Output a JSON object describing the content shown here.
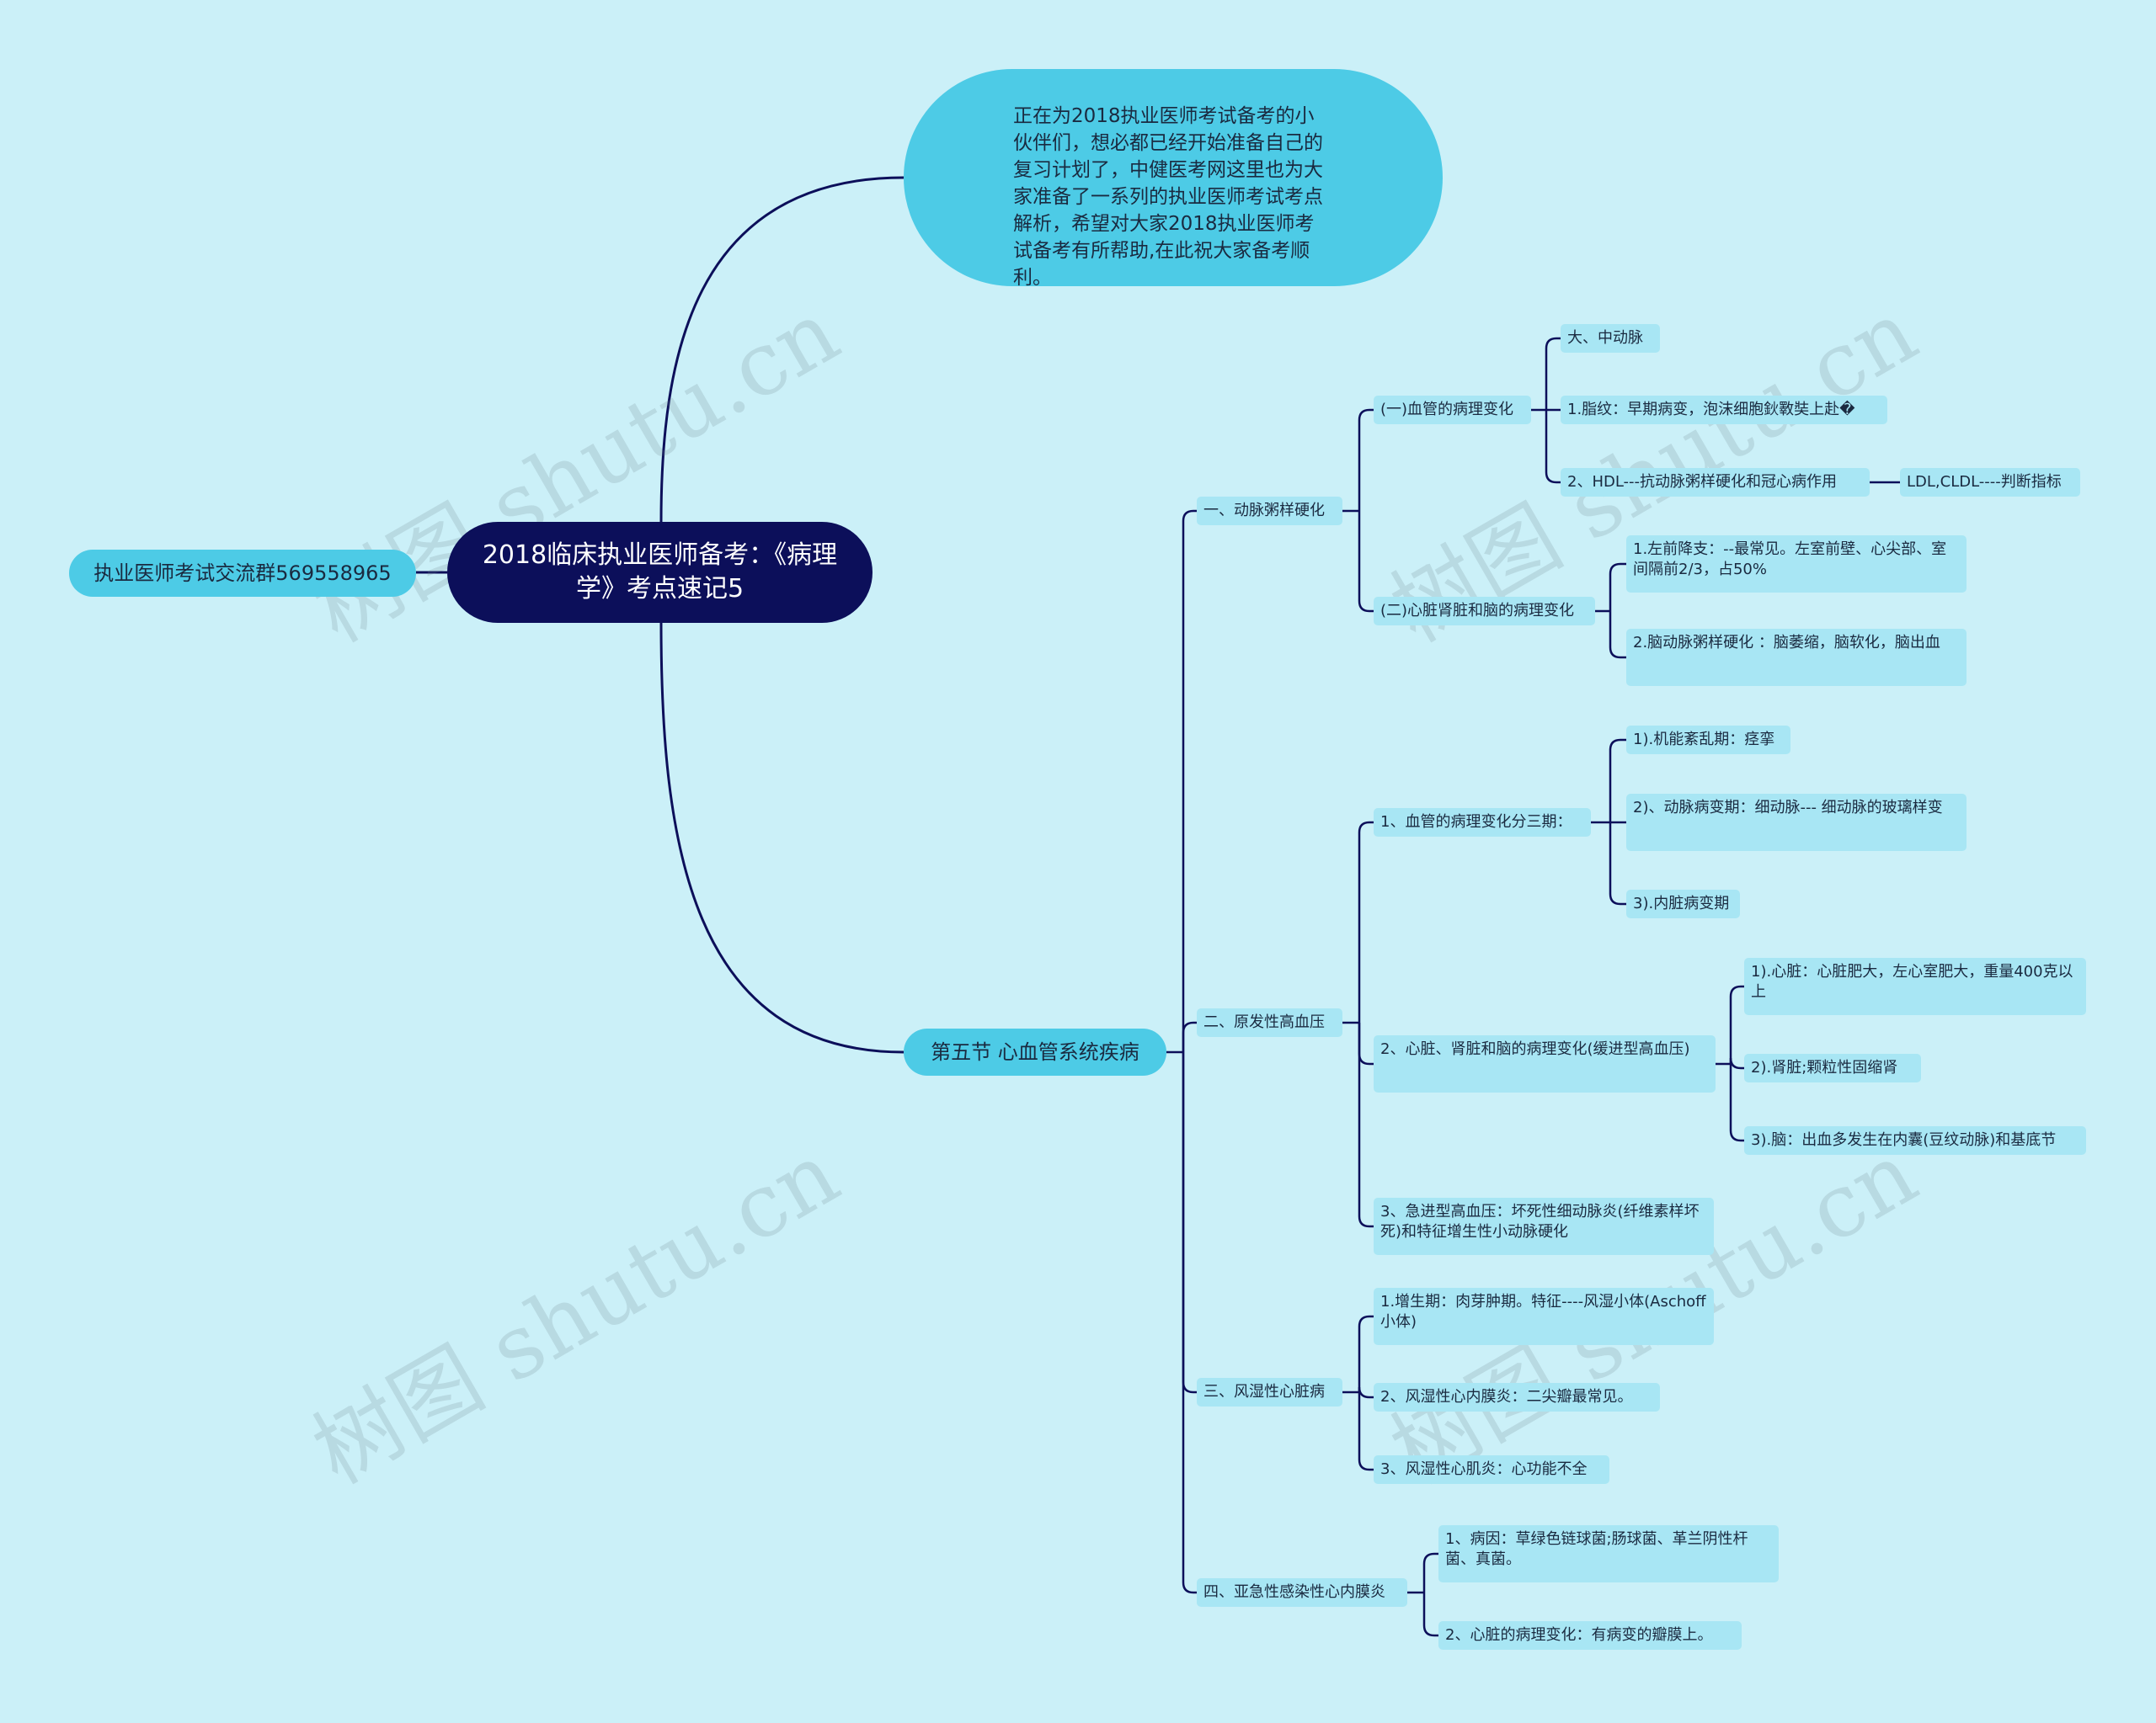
{
  "root": {
    "title": "2018临床执业医师备考：《病理学》考点速记5"
  },
  "left": {
    "group": "执业医师考试交流群569558965"
  },
  "intro": {
    "text": "正在为2018执业医师考试备考的小伙伴们，想必都已经开始准备自己的复习计划了，中健医考网这里也为大家准备了一系列的执业医师考试考点解析，希望对大家2018执业医师考试备考有所帮助,在此祝大家备考顺利。"
  },
  "section": {
    "label": "第五节 心血管系统疾病",
    "topics": [
      {
        "label": "一、动脉粥样硬化",
        "items": [
          {
            "label": "(一)血管的病理变化",
            "children": [
              {
                "label": "大、中动脉"
              },
              {
                "label": "1.脂纹：早期病变，泡沫细胞鈥斁奘上赴�"
              },
              {
                "label": "2、HDL---抗动脉粥样硬化和冠心病作用",
                "note": "LDL,CLDL----判断指标"
              }
            ]
          },
          {
            "label": "(二)心脏肾脏和脑的病理变化",
            "children": [
              {
                "label": "1.左前降支：--最常见。左室前壁、心尖部、室间隔前2/3，占50%"
              },
              {
                "label": "2.脑动脉粥样硬化 ：脑萎缩，脑软化，脑出血"
              }
            ]
          }
        ]
      },
      {
        "label": "二、原发性高血压",
        "items": [
          {
            "label": "1、血管的病理变化分三期：",
            "children": [
              {
                "label": "1).机能紊乱期：痉挛"
              },
              {
                "label": "2)、动脉病变期：细动脉--- 细动脉的玻璃样变"
              },
              {
                "label": "3).内脏病变期"
              }
            ]
          },
          {
            "label": "2、心脏、肾脏和脑的病理变化(缓进型高血压)",
            "children": [
              {
                "label": "1).心脏：心脏肥大，左心室肥大，重量400克以上"
              },
              {
                "label": "2).肾脏;颗粒性固缩肾"
              },
              {
                "label": "3).脑：出血多发生在内囊(豆纹动脉)和基底节"
              }
            ]
          },
          {
            "label": "3、急进型高血压：坏死性细动脉炎(纤维素样坏死)和特征增生性小动脉硬化"
          }
        ]
      },
      {
        "label": "三、风湿性心脏病",
        "items": [
          {
            "label": "1.增生期：肉芽肿期。特征----风湿小体(Aschoff小体)"
          },
          {
            "label": "2、风湿性心内膜炎：二尖瓣最常见。"
          },
          {
            "label": "3、风湿性心肌炎：心功能不全"
          }
        ]
      },
      {
        "label": "四、亚急性感染性心内膜炎",
        "items": [
          {
            "label": "1、病因：草绿色链球菌;肠球菌、革兰阴性杆菌、真菌。"
          },
          {
            "label": "2、心脏的病理变化：有病变的瓣膜上。"
          }
        ]
      }
    ]
  },
  "watermark": "树图 shutu.cn",
  "colors": {
    "background": "#cbf0f8",
    "root": "#0c0f5a",
    "level1": "#4dcbe6",
    "leaf": "#a8e6f4",
    "line": "#0c0f5a"
  }
}
